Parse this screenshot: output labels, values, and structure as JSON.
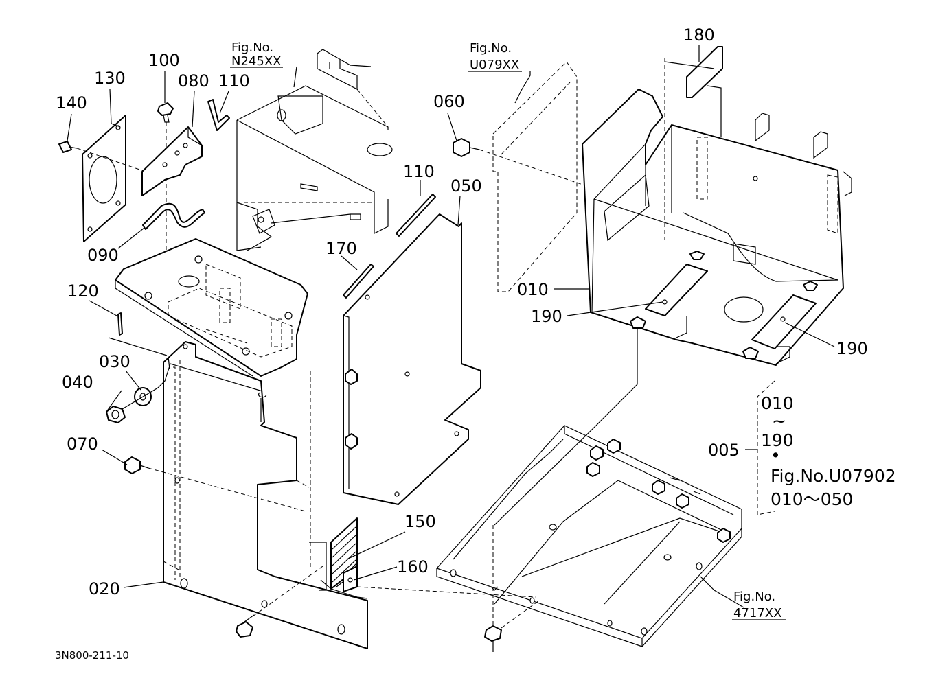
{
  "diagram": {
    "drawing_code": "3N800-211-10",
    "part_labels": {
      "p005": "005",
      "p010": "010",
      "p020": "020",
      "p030": "030",
      "p040": "040",
      "p050": "050",
      "p060": "060",
      "p070": "070",
      "p080": "080",
      "p090": "090",
      "p100": "100",
      "p110a": "110",
      "p110b": "110",
      "p120": "120",
      "p130": "130",
      "p140": "140",
      "p150": "150",
      "p160": "160",
      "p170": "170",
      "p180": "180",
      "p190a": "190",
      "p190b": "190"
    },
    "fig_refs": {
      "fig1_title": "Fig.No.",
      "fig1_code": "N245XX",
      "fig2_title": "Fig.No.",
      "fig2_code": "U079XX",
      "fig3_title": "Fig.No.",
      "fig3_code": "4717XX"
    },
    "group": {
      "range_start": "010",
      "range_sep": "~",
      "range_end": "190",
      "dot": "•",
      "fig_ref": "Fig.No.U07902",
      "fig_range": "010～050"
    }
  }
}
